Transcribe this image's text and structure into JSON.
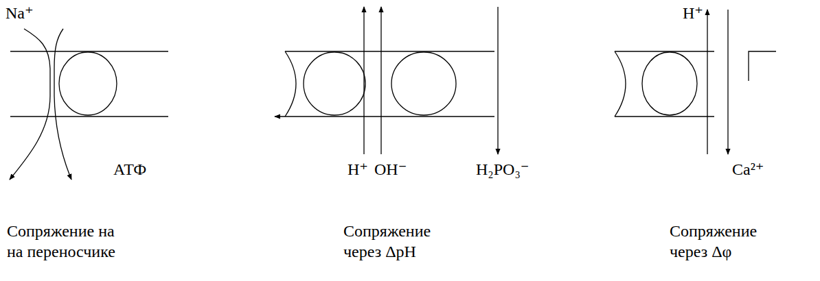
{
  "diagram": {
    "labels": [
      "Na⁺",
      "АТФ",
      "Сопряжение на на переносчике",
      "H⁺",
      "OH⁻",
      "H₂PO₃⁻",
      "Сопряжение через ΔpH",
      "H⁺",
      "Ca²⁺",
      "Сопряжение через Δφ"
    ]
  }
}
